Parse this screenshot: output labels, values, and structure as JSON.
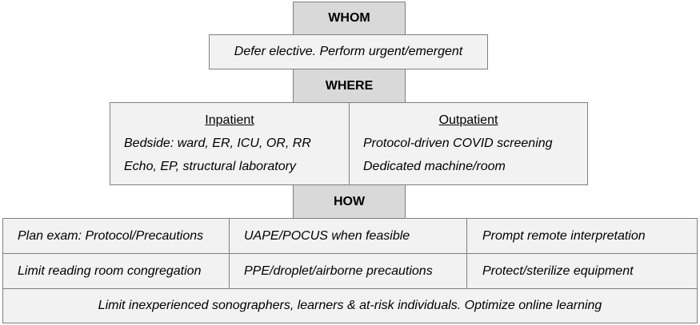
{
  "whom": {
    "header": "WHOM",
    "text": "Defer elective. Perform urgent/emergent"
  },
  "where": {
    "header": "WHERE",
    "inpatient": {
      "title": "Inpatient",
      "lines": [
        "Bedside: ward, ER, ICU, OR, RR",
        "Echo, EP, structural laboratory"
      ]
    },
    "outpatient": {
      "title": "Outpatient",
      "lines": [
        "Protocol-driven COVID screening",
        "Dedicated machine/room"
      ]
    }
  },
  "how": {
    "header": "HOW",
    "rows": [
      [
        "Plan exam: Protocol/Precautions",
        "UAPE/POCUS when feasible",
        "Prompt remote interpretation"
      ],
      [
        "Limit reading room congregation",
        "PPE/droplet/airborne precautions",
        "Protect/sterilize equipment"
      ]
    ],
    "footer": "Limit inexperienced sonographers, learners & at-risk individuals. Optimize online learning"
  }
}
